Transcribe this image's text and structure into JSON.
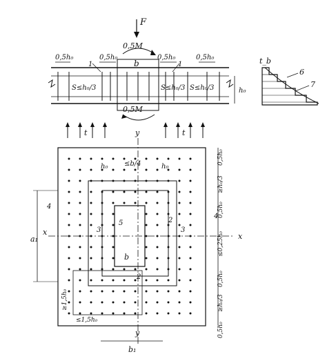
{
  "labels": {
    "force": "F",
    "moment_top": "0,5M",
    "moment_bottom": "0,5M",
    "col_width": "b",
    "h0": "h₀",
    "half_h0": "0,5h₀",
    "spacing_left": "S≤h₀/3",
    "spacing_mid": "S≤h₀/3",
    "spacing_right": "S≤h₀/3",
    "t_left": "t",
    "t_right": "t",
    "tb": "t_b",
    "axis_x": "x",
    "axis_y": "y",
    "h0_plan": "h₀",
    "quarter_b": "≤b/4",
    "b_plan": "b",
    "b1": "b₁",
    "a1": "a₁",
    "gte_15h0_v": "≥1,5h₀",
    "lte_15h0_h": "≤1,5h₀",
    "dim_05h0": "0,5h₀",
    "dim_ge_h0_3": "≥h₀/3",
    "dim_le_025h0": "≤0,25h₀"
  },
  "callouts": [
    "1",
    "2",
    "3",
    "4",
    "5",
    "6",
    "7"
  ]
}
